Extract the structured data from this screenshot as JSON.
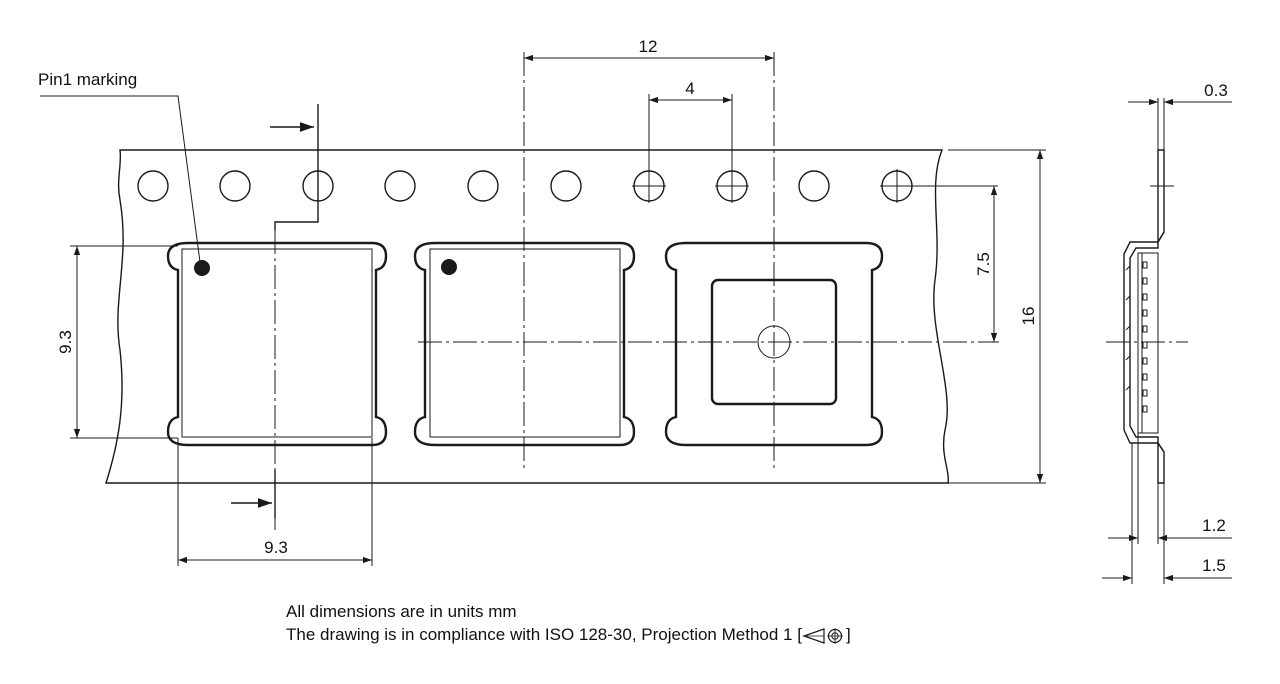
{
  "labels": {
    "pin1": "Pin1 marking",
    "pitch_12": "12",
    "pitch_4": "4",
    "dim_0_3": "0.3",
    "dim_7_5": "7.5",
    "dim_16": "16",
    "dim_9_3_vertical": "9.3",
    "dim_9_3_horizontal": "9.3",
    "dim_1_2": "1.2",
    "dim_1_5": "1.5"
  },
  "notes": {
    "line1": "All dimensions are in units mm",
    "line2_prefix": "The drawing is in compliance with ISO 128-30, Projection Method 1 [",
    "line2_suffix": "]"
  }
}
